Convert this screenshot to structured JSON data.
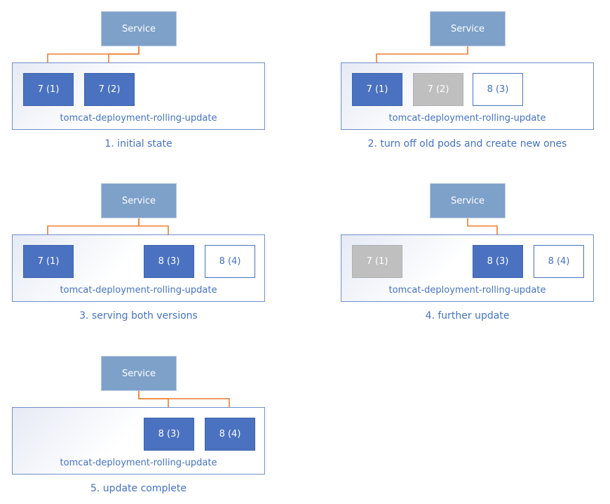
{
  "colors": {
    "service": "#7ea1c9",
    "pod_active": "#4a72c0",
    "pod_terminating": "#bfbfbf",
    "pod_new_border": "#4a72c0",
    "arrow": "#ed7d31",
    "text": "#4472c4"
  },
  "panels": [
    {
      "service_label": "Service",
      "deployment_label": "tomcat-deployment-rolling-update",
      "caption": "1. initial state",
      "pods": [
        {
          "label": "7 (1)",
          "state": "active",
          "slot": 0,
          "routed": true
        },
        {
          "label": "7 (2)",
          "state": "active",
          "slot": 1,
          "routed": true
        }
      ]
    },
    {
      "service_label": "Service",
      "deployment_label": "tomcat-deployment-rolling-update",
      "caption": "2. turn off old pods and create new ones",
      "pods": [
        {
          "label": "7 (1)",
          "state": "active",
          "slot": 0,
          "routed": true
        },
        {
          "label": "7 (2)",
          "state": "terminating",
          "slot": 1,
          "routed": false
        },
        {
          "label": "8 (3)",
          "state": "new",
          "slot": 2,
          "routed": false
        }
      ]
    },
    {
      "service_label": "Service",
      "deployment_label": "tomcat-deployment-rolling-update",
      "caption": "3. serving both versions",
      "pods": [
        {
          "label": "7 (1)",
          "state": "active",
          "slot": 0,
          "routed": true
        },
        {
          "label": "8 (3)",
          "state": "active",
          "slot": 2,
          "routed": true
        },
        {
          "label": "8 (4)",
          "state": "new",
          "slot": 3,
          "routed": false
        }
      ]
    },
    {
      "service_label": "Service",
      "deployment_label": "tomcat-deployment-rolling-update",
      "caption": "4. further update",
      "pods": [
        {
          "label": "7 (1)",
          "state": "terminating",
          "slot": 0,
          "routed": false
        },
        {
          "label": "8 (3)",
          "state": "active",
          "slot": 2,
          "routed": true
        },
        {
          "label": "8 (4)",
          "state": "new",
          "slot": 3,
          "routed": false
        }
      ]
    },
    {
      "service_label": "Service",
      "deployment_label": "tomcat-deployment-rolling-update",
      "caption": "5. update complete",
      "pods": [
        {
          "label": "8 (3)",
          "state": "active",
          "slot": 2,
          "routed": true
        },
        {
          "label": "8 (4)",
          "state": "active",
          "slot": 3,
          "routed": true
        }
      ]
    }
  ]
}
